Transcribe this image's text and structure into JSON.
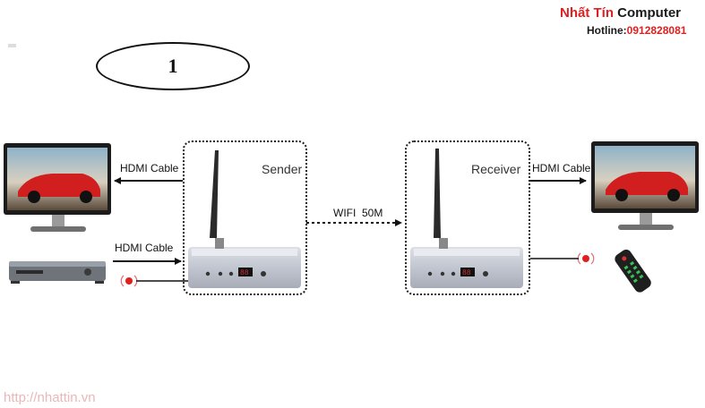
{
  "brand": {
    "part1": "Nhất Tín ",
    "part2": "Computer"
  },
  "hotline": {
    "label": "Hotline:",
    "number": "0912828081"
  },
  "badge": "1",
  "sender": {
    "label": "Sender"
  },
  "receiver": {
    "label": "Receiver"
  },
  "labels": {
    "hdmi_out_left": "HDMI Cable",
    "hdmi_in_left": "HDMI Cable",
    "hdmi_out_right": "HDMI Cable",
    "wifi": "WIFI  50M"
  },
  "watermark": "http://nhattin.vn",
  "colors": {
    "brand_red": "#e02020",
    "device_body": "#c9ccd6",
    "screen_red": "#d11e1e"
  }
}
